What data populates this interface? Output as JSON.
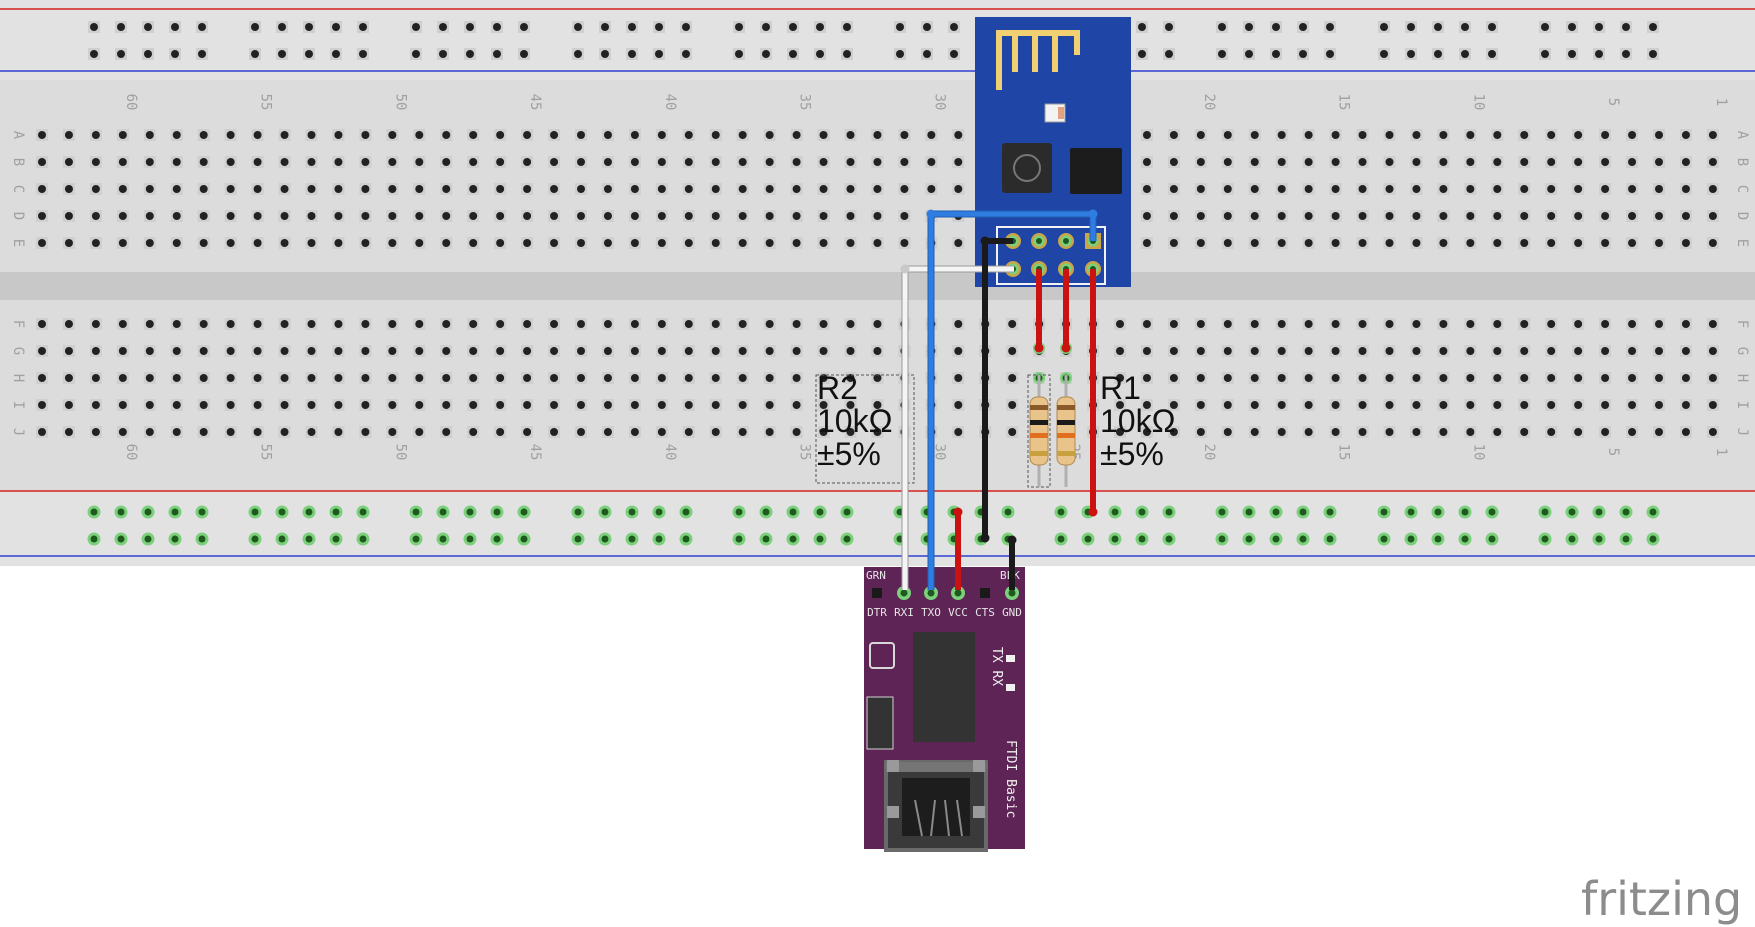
{
  "breadboard": {
    "column_numbers": [
      "60",
      "55",
      "50",
      "45",
      "40",
      "35",
      "30",
      "25",
      "20",
      "15",
      "10",
      "5",
      "1"
    ],
    "row_letters_top": [
      "A",
      "B",
      "C",
      "D",
      "E"
    ],
    "row_letters_bottom": [
      "F",
      "G",
      "H",
      "I",
      "J"
    ]
  },
  "resistors": [
    {
      "ref": "R2",
      "value": "10kΩ",
      "tolerance": "±5%"
    },
    {
      "ref": "R1",
      "value": "10kΩ",
      "tolerance": "±5%"
    }
  ],
  "ftdi": {
    "name": "FTDI Basic",
    "corner_left": "GRN",
    "corner_right": "BLK",
    "pins": [
      "DTR",
      "RXI",
      "TXO",
      "VCC",
      "CTS",
      "GND"
    ],
    "led_labels": "TX RX"
  },
  "colors": {
    "board": "#dedede",
    "rail_red": "#d42020",
    "rail_blue": "#2f3fd0",
    "esp_board": "#1f46a6",
    "ftdi_board": "#5e2456",
    "wire_blue": "#2f7de0",
    "wire_red": "#cc1111",
    "wire_black": "#1a1a1a",
    "wire_white": "#f4f4f4"
  },
  "watermark": "fritzing"
}
